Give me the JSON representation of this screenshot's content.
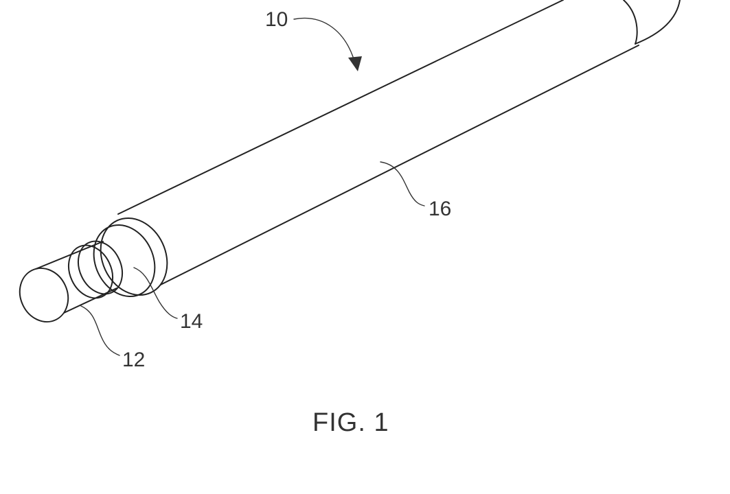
{
  "figure": {
    "caption": "FIG. 1",
    "labels": {
      "assembly": "10",
      "core": "12",
      "middle_layer": "14",
      "outer_jacket": "16"
    }
  }
}
